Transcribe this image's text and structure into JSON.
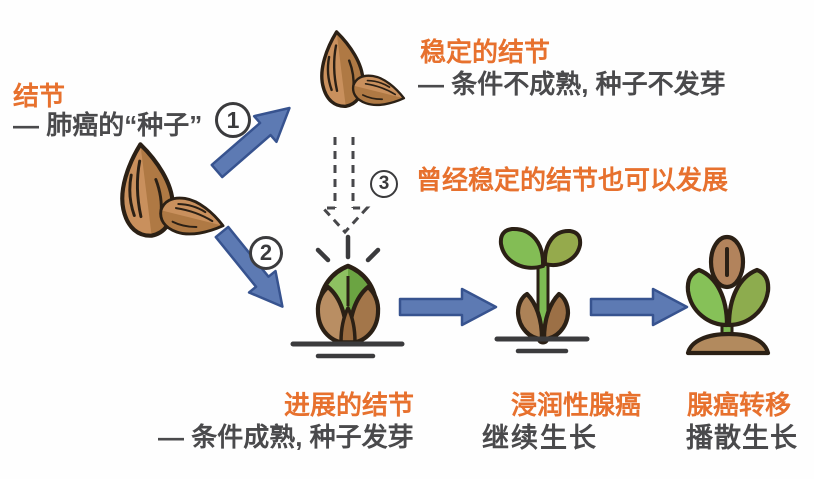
{
  "palette": {
    "background": "#fefefe",
    "accent_orange": "#e7712e",
    "text_dark": "#4a4a4c",
    "arrow_blue_fill": "#5d7ab3",
    "arrow_blue_stroke": "#37538f",
    "seed_brown": "#c9905d",
    "seed_brown_shade": "#af7944",
    "husk_brown_light": "#b98e63",
    "husk_brown_dark": "#a3764a",
    "leaf_green": "#83bd55",
    "leaf_green_dark": "#6ba442",
    "leaf_olive": "#93aa4c",
    "soil_brown": "#b28a5e",
    "outline_dark": "#2b2015",
    "ground_line": "#3b3b3d"
  },
  "intro": {
    "title": "结节",
    "subtitle": "— 肺癌的“种子”"
  },
  "stages": {
    "stable": {
      "title": "稳定的结节",
      "subtitle": "— 条件不成熟, 种子不发芽"
    },
    "progressive": {
      "title": "进展的结节",
      "subtitle": "— 条件成熟, 种子发芽"
    },
    "invasive": {
      "title": "浸润性腺癌",
      "subtitle": "继续生长"
    },
    "metastasis": {
      "title": "腺癌转移",
      "subtitle": "播散生长"
    }
  },
  "steps": {
    "one": {
      "number": "1"
    },
    "two": {
      "number": "2"
    },
    "three": {
      "number": "3",
      "note": "曾经稳定的结节也可以发展"
    }
  },
  "icons": {
    "seed_pair": "seed-pair-icon",
    "stable_seed_pair": "stable-seed-pair-icon",
    "sprout": "sprouting-seed-icon",
    "seedling": "seedling-icon",
    "plant": "mature-plant-icon",
    "arrow_up_right": "arrow-up-right-icon",
    "arrow_down_right": "arrow-down-right-icon",
    "arrow_right_1": "arrow-right-icon",
    "arrow_right_2": "arrow-right-icon",
    "dashed_arrow_down": "dashed-arrow-down-icon"
  }
}
